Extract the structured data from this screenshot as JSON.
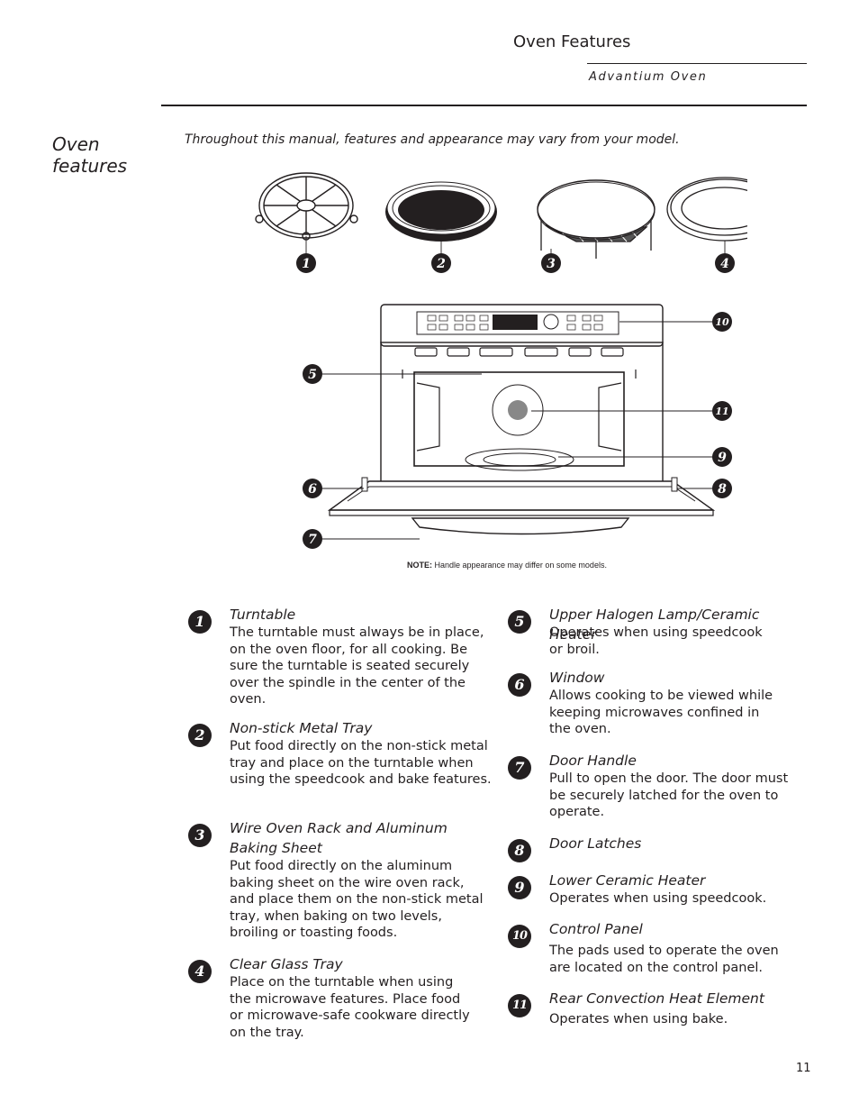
{
  "header": {
    "title": "Oven Features",
    "subtitle": "Advantium Oven"
  },
  "section": {
    "title_line1": "Oven",
    "title_line2": "features",
    "intro": "Throughout this manual, features and appearance may vary from your model."
  },
  "diagram": {
    "callouts": [
      "1",
      "2",
      "3",
      "4",
      "5",
      "6",
      "7",
      "8",
      "9",
      "10",
      "11"
    ],
    "note_label": "NOTE:",
    "note_text": " Handle appearance may differ on some models."
  },
  "features": [
    {
      "num": "1",
      "title": "Turntable",
      "desc": "The turntable must always be in place, on the oven floor, for all cooking. Be sure the turntable is seated securely over the spindle in the center of the oven."
    },
    {
      "num": "2",
      "title": "Non-stick Metal Tray",
      "desc": "Put food directly on the non-stick metal tray and place on the turntable when using the speedcook and bake features."
    },
    {
      "num": "3",
      "title": "Wire Oven Rack and Aluminum Baking Sheet",
      "desc": "Put food directly on the aluminum baking sheet on the wire oven rack, and place them on the non-stick metal tray, when baking on two levels, broiling or toasting foods."
    },
    {
      "num": "4",
      "title": "Clear Glass Tray",
      "desc": "Place on the turntable when using the microwave features. Place food or microwave-safe cookware directly on the tray."
    },
    {
      "num": "5",
      "title": "Upper Halogen Lamp/Ceramic Heater",
      "desc": "Operates when using speedcook or broil."
    },
    {
      "num": "6",
      "title": "Window",
      "desc": "Allows cooking to be viewed while keeping microwaves confined in the oven."
    },
    {
      "num": "7",
      "title": "Door Handle",
      "desc": "Pull to open the door. The door must be securely latched for the oven to operate."
    },
    {
      "num": "8",
      "title": "Door Latches",
      "desc": ""
    },
    {
      "num": "9",
      "title": "Lower Ceramic Heater",
      "desc": "Operates when using speedcook."
    },
    {
      "num": "10",
      "title": "Control Panel",
      "desc": "The pads used to operate the oven are located on the control panel."
    },
    {
      "num": "11",
      "title": "Rear Convection Heat Element",
      "desc": "Operates when using bake."
    }
  ],
  "page_number": "11"
}
